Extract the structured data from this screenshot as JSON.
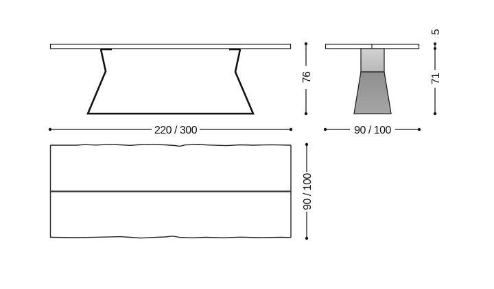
{
  "drawing": {
    "front_view": {
      "height_label": "76",
      "length_label": "220 / 300"
    },
    "side_view": {
      "top_thickness_label": "5",
      "base_height_label": "71",
      "width_label": "90 / 100",
      "base_upper_color": "#c8c8c8",
      "base_lower_color": "#9a9a9a"
    },
    "plan_view": {
      "depth_label": "90 / 100"
    },
    "colors": {
      "line": "#111111",
      "background": "#ffffff"
    }
  }
}
